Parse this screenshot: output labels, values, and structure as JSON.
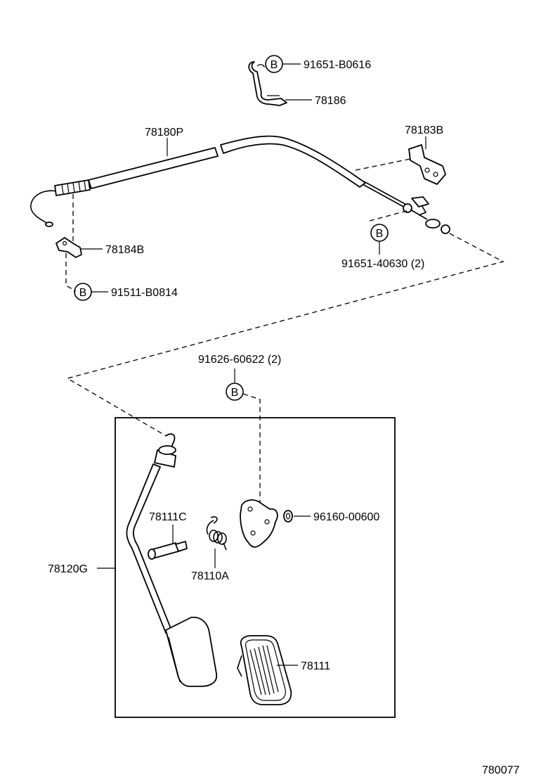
{
  "diagram_id": "780077",
  "bolt_marker": "B",
  "parts": {
    "bolt_top": "91651-B0616",
    "bracket_top": "78186",
    "cable": "78180P",
    "bracket_right": "78183B",
    "bracket_left": "78184B",
    "bolt_left": "91511-B0814",
    "bolt_right": "91651-40630 (2)",
    "bolt_pedal": "91626-60622 (2)",
    "nut": "96160-00600",
    "bushing": "78111C",
    "spring": "78110A",
    "pedal_assy": "78120G",
    "pedal_pad": "78111"
  }
}
